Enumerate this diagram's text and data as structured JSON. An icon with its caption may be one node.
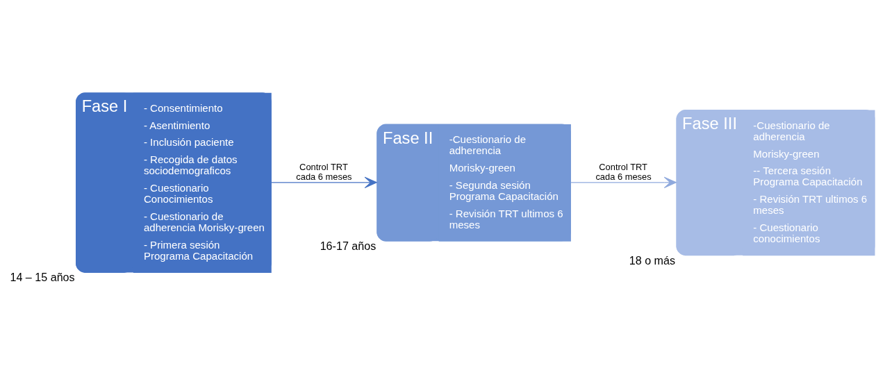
{
  "diagram": {
    "nodes": [
      {
        "text": [
          "Fase I",
          "- Consentimiento",
          "- Asentimiento",
          "- Inclusión paciente",
          "- Recogida de datos sociodemograficos",
          "- Cuestionario Conocimientos",
          "- Cuestionario de adherencia Morisky-green",
          "- Primera sesión Programa Capacitación"
        ],
        "beside": [
          "14 – 15 años"
        ]
      },
      {
        "text": [
          "Fase II",
          "-Cuestionario de adherencia",
          "Morisky-green",
          "- Segunda sesión Programa Capacitación",
          "- Revisión TRT ultimos 6 meses"
        ],
        "beside": [
          "16-17 años"
        ]
      },
      {
        "text": [
          "Fase III",
          "-Cuestionario de adherencia",
          "Morisky-green",
          "-- Tercera sesión Programa Capacitación",
          "- Revisión TRT ultimos 6 meses",
          "- Cuestionario conocimientos"
        ],
        "beside": [
          "18 o más"
        ]
      }
    ],
    "edges": [
      {
        "from": 0,
        "to": 1,
        "arrow": "to",
        "label": "Control TRT cada 6 meses"
      },
      {
        "from": 1,
        "to": 2,
        "arrow": "to",
        "label": "Control TRT cada 6 meses"
      }
    ]
  }
}
